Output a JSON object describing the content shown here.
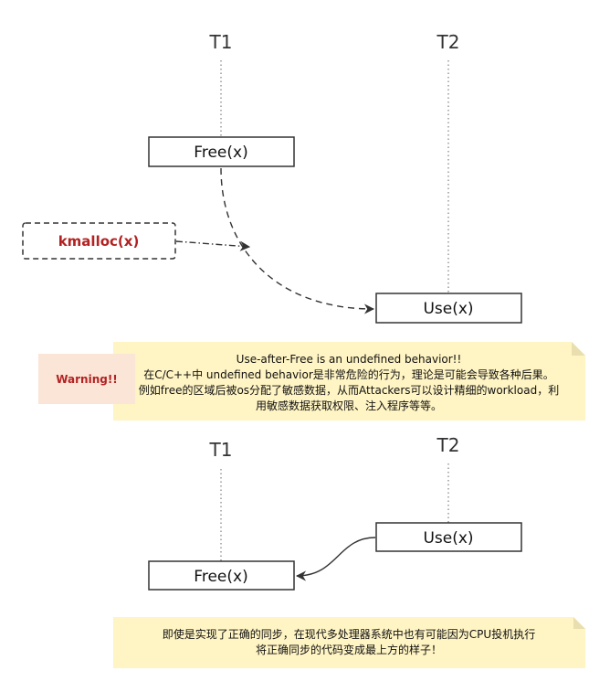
{
  "scenario_1": {
    "thread_1": "T1",
    "thread_2": "T2",
    "free_box": "Free(x)",
    "use_box": "Use(x)",
    "kmalloc_box": "kmalloc(x)"
  },
  "warning": {
    "badge": "Warning!!",
    "lines": [
      "Use-after-Free is an undefined behavior!!",
      "在C/C++中 undefined behavior是非常危险的行为，理论是可能会导致各种后果。",
      "例如free的区域后被os分配了敏感数据，从而Attackers可以设计精细的workload，利",
      "用敏感数据获取权限、注入程序等等。"
    ]
  },
  "scenario_2": {
    "thread_1": "T1",
    "thread_2": "T2",
    "use_box": "Use(x)",
    "free_box": "Free(x)"
  },
  "bottom_note": {
    "lines": [
      "即使是实现了正确的同步，在现代多处理器系统中也有可能因为CPU投机执行",
      "将正确同步的代码变成最上方的样子！"
    ]
  },
  "colors": {
    "note_fill": "#fff4c3",
    "note_fold": "#e9dfae",
    "warning_fill": "#fae5d6",
    "warning_text": "#b22222",
    "line": "#333333"
  }
}
